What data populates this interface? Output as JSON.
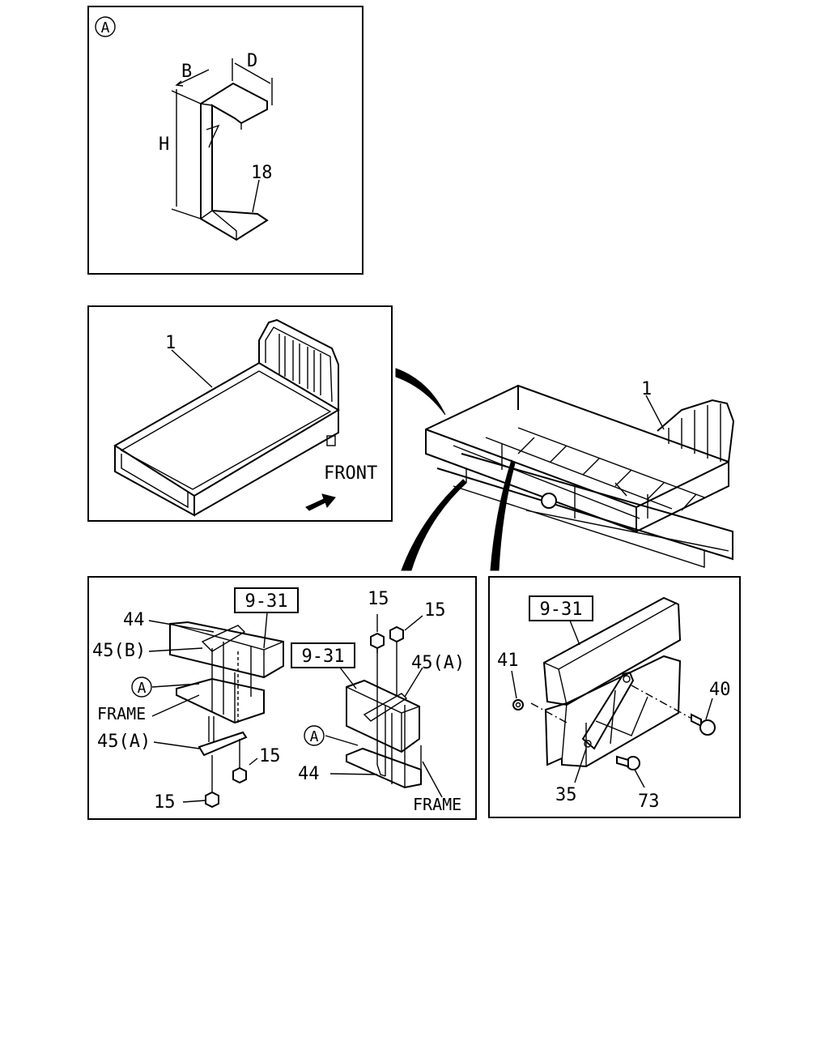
{
  "panel_a": {
    "marker": "A",
    "dim_b": "B",
    "dim_d": "D",
    "dim_h": "H",
    "part_18": "18"
  },
  "panel_body": {
    "part_1": "1",
    "front_label": "FRONT"
  },
  "overview": {
    "part_1": "1"
  },
  "panel_mount_left": {
    "ref_left": "9-31",
    "ref_right": "9-31",
    "part_44_top": "44",
    "part_45b": "45(B)",
    "marker_a_left": "A",
    "frame_left": "FRAME",
    "part_45a_left": "45(A)",
    "part_15_mid": "15",
    "part_15_bottom": "15",
    "part_15_top_left": "15",
    "part_15_top_right": "15",
    "part_45a_right": "45(A)",
    "marker_a_right": "A",
    "part_44_right": "44",
    "frame_right": "FRAME"
  },
  "panel_mount_right": {
    "ref": "9-31",
    "part_41": "41",
    "part_40": "40",
    "part_35": "35",
    "part_73": "73"
  }
}
